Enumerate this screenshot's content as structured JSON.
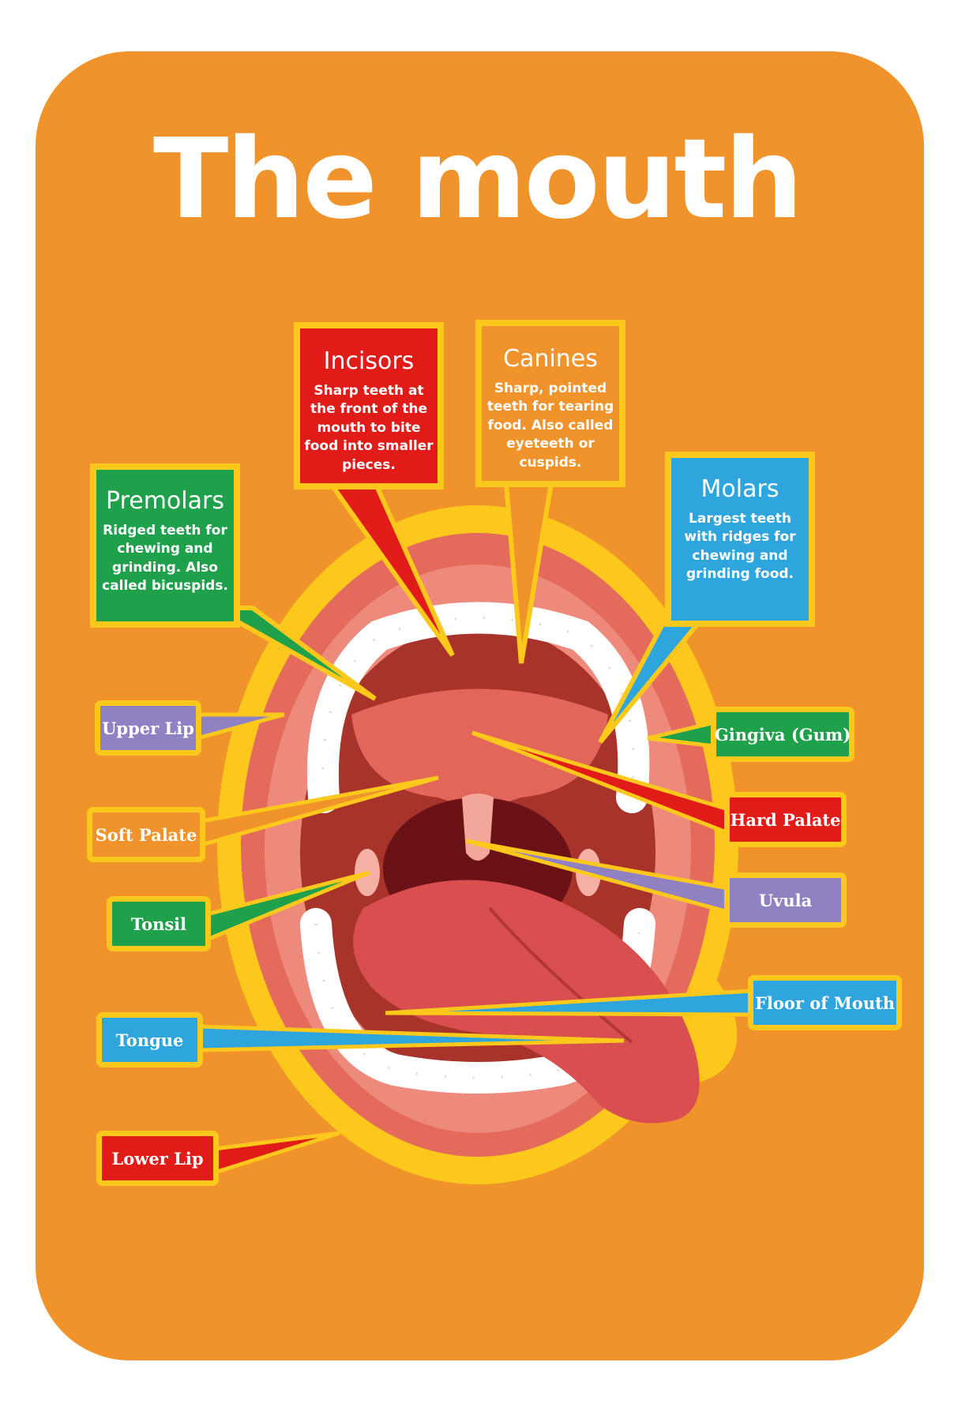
{
  "title": "The mouth",
  "teeth": {
    "incisors": {
      "name": "Incisors",
      "desc": "Sharp teeth at the front of the mouth to bite food into smaller pieces."
    },
    "canines": {
      "name": "Canines",
      "desc": "Sharp, pointed teeth for tearing food. Also called eyeteeth or cuspids."
    },
    "premolars": {
      "name": "Premolars",
      "desc": "Ridged teeth for chewing and grinding. Also called bicuspids."
    },
    "molars": {
      "name": "Molars",
      "desc": "Largest teeth with ridges for chewing and grinding food."
    }
  },
  "labels": {
    "upper_lip": "Upper Lip",
    "soft_palate": "Soft Palate",
    "tonsil": "Tonsil",
    "tongue": "Tongue",
    "lower_lip": "Lower Lip",
    "gingiva": "Gingiva (Gum)",
    "hard_palate": "Hard Palate",
    "uvula": "Uvula",
    "floor_of_mouth": "Floor of Mouth"
  },
  "colors": {
    "background": "#f0932a",
    "outline": "#fcc81c",
    "red": "#e01b18",
    "green": "#1fa04a",
    "blue": "#2ea5dc",
    "purple": "#9081c2"
  }
}
